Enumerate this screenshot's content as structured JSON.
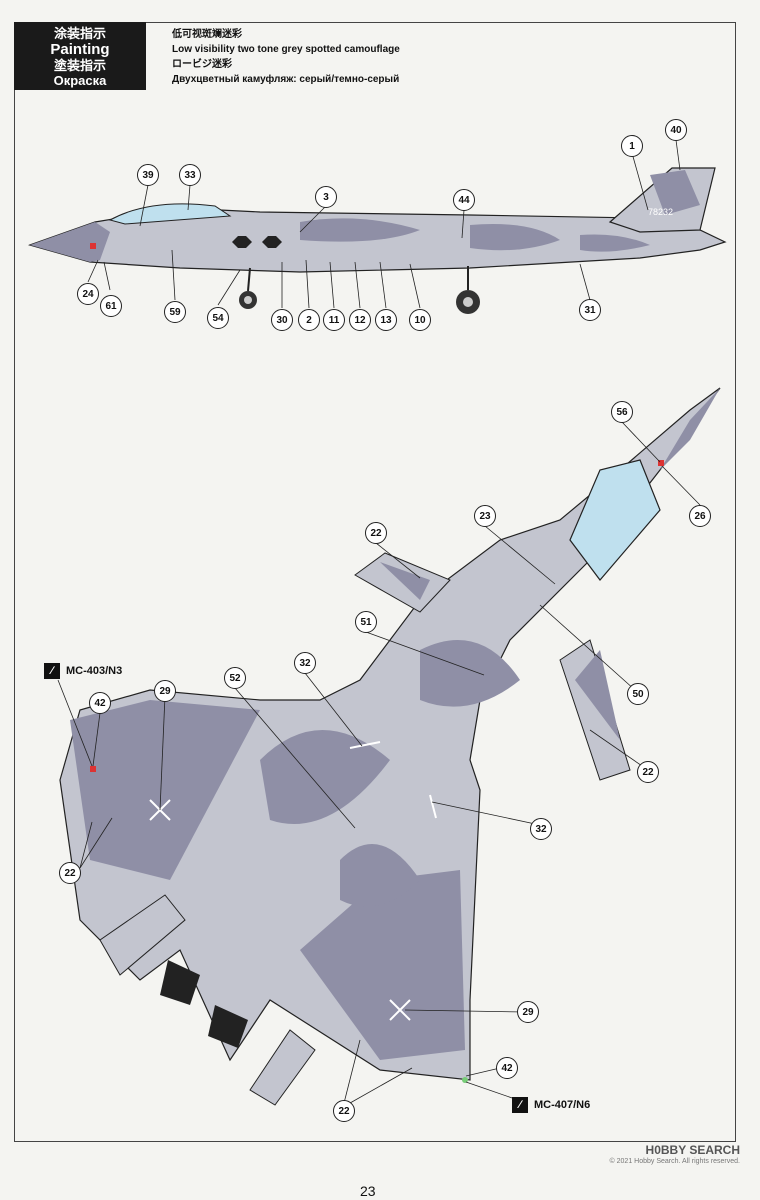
{
  "header": {
    "zh": "涂装指示",
    "en": "Painting",
    "ja": "塗装指示",
    "ru": "Окраска"
  },
  "description": {
    "zh": "低可视斑斓迷彩",
    "en": "Low visibility two tone grey spotted camouflage",
    "ja": "ロービジ迷彩",
    "ru": "Двухцветный камуфляж: серый/темно-серый"
  },
  "side_view": {
    "tail_number": "78232",
    "callouts": [
      "1",
      "40",
      "39",
      "33",
      "3",
      "44",
      "24",
      "61",
      "59",
      "54",
      "30",
      "2",
      "11",
      "12",
      "13",
      "10",
      "31"
    ]
  },
  "bottom_view": {
    "callouts": [
      "56",
      "26",
      "23",
      "22",
      "51",
      "50",
      "32",
      "52",
      "29",
      "42",
      "22",
      "22",
      "32",
      "29",
      "42",
      "22"
    ],
    "paint_refs": [
      "MC-403/N3",
      "MC-407/N6"
    ]
  },
  "footer": {
    "page_number": "23",
    "watermark": "H0BBY SEARCH",
    "watermark_sub": "© 2021 Hobby Search. All rights reserved."
  },
  "colors": {
    "light_grey": "#c3c5cf",
    "dark_grey": "#8f8fa6",
    "canopy": "#bfe0ee"
  }
}
